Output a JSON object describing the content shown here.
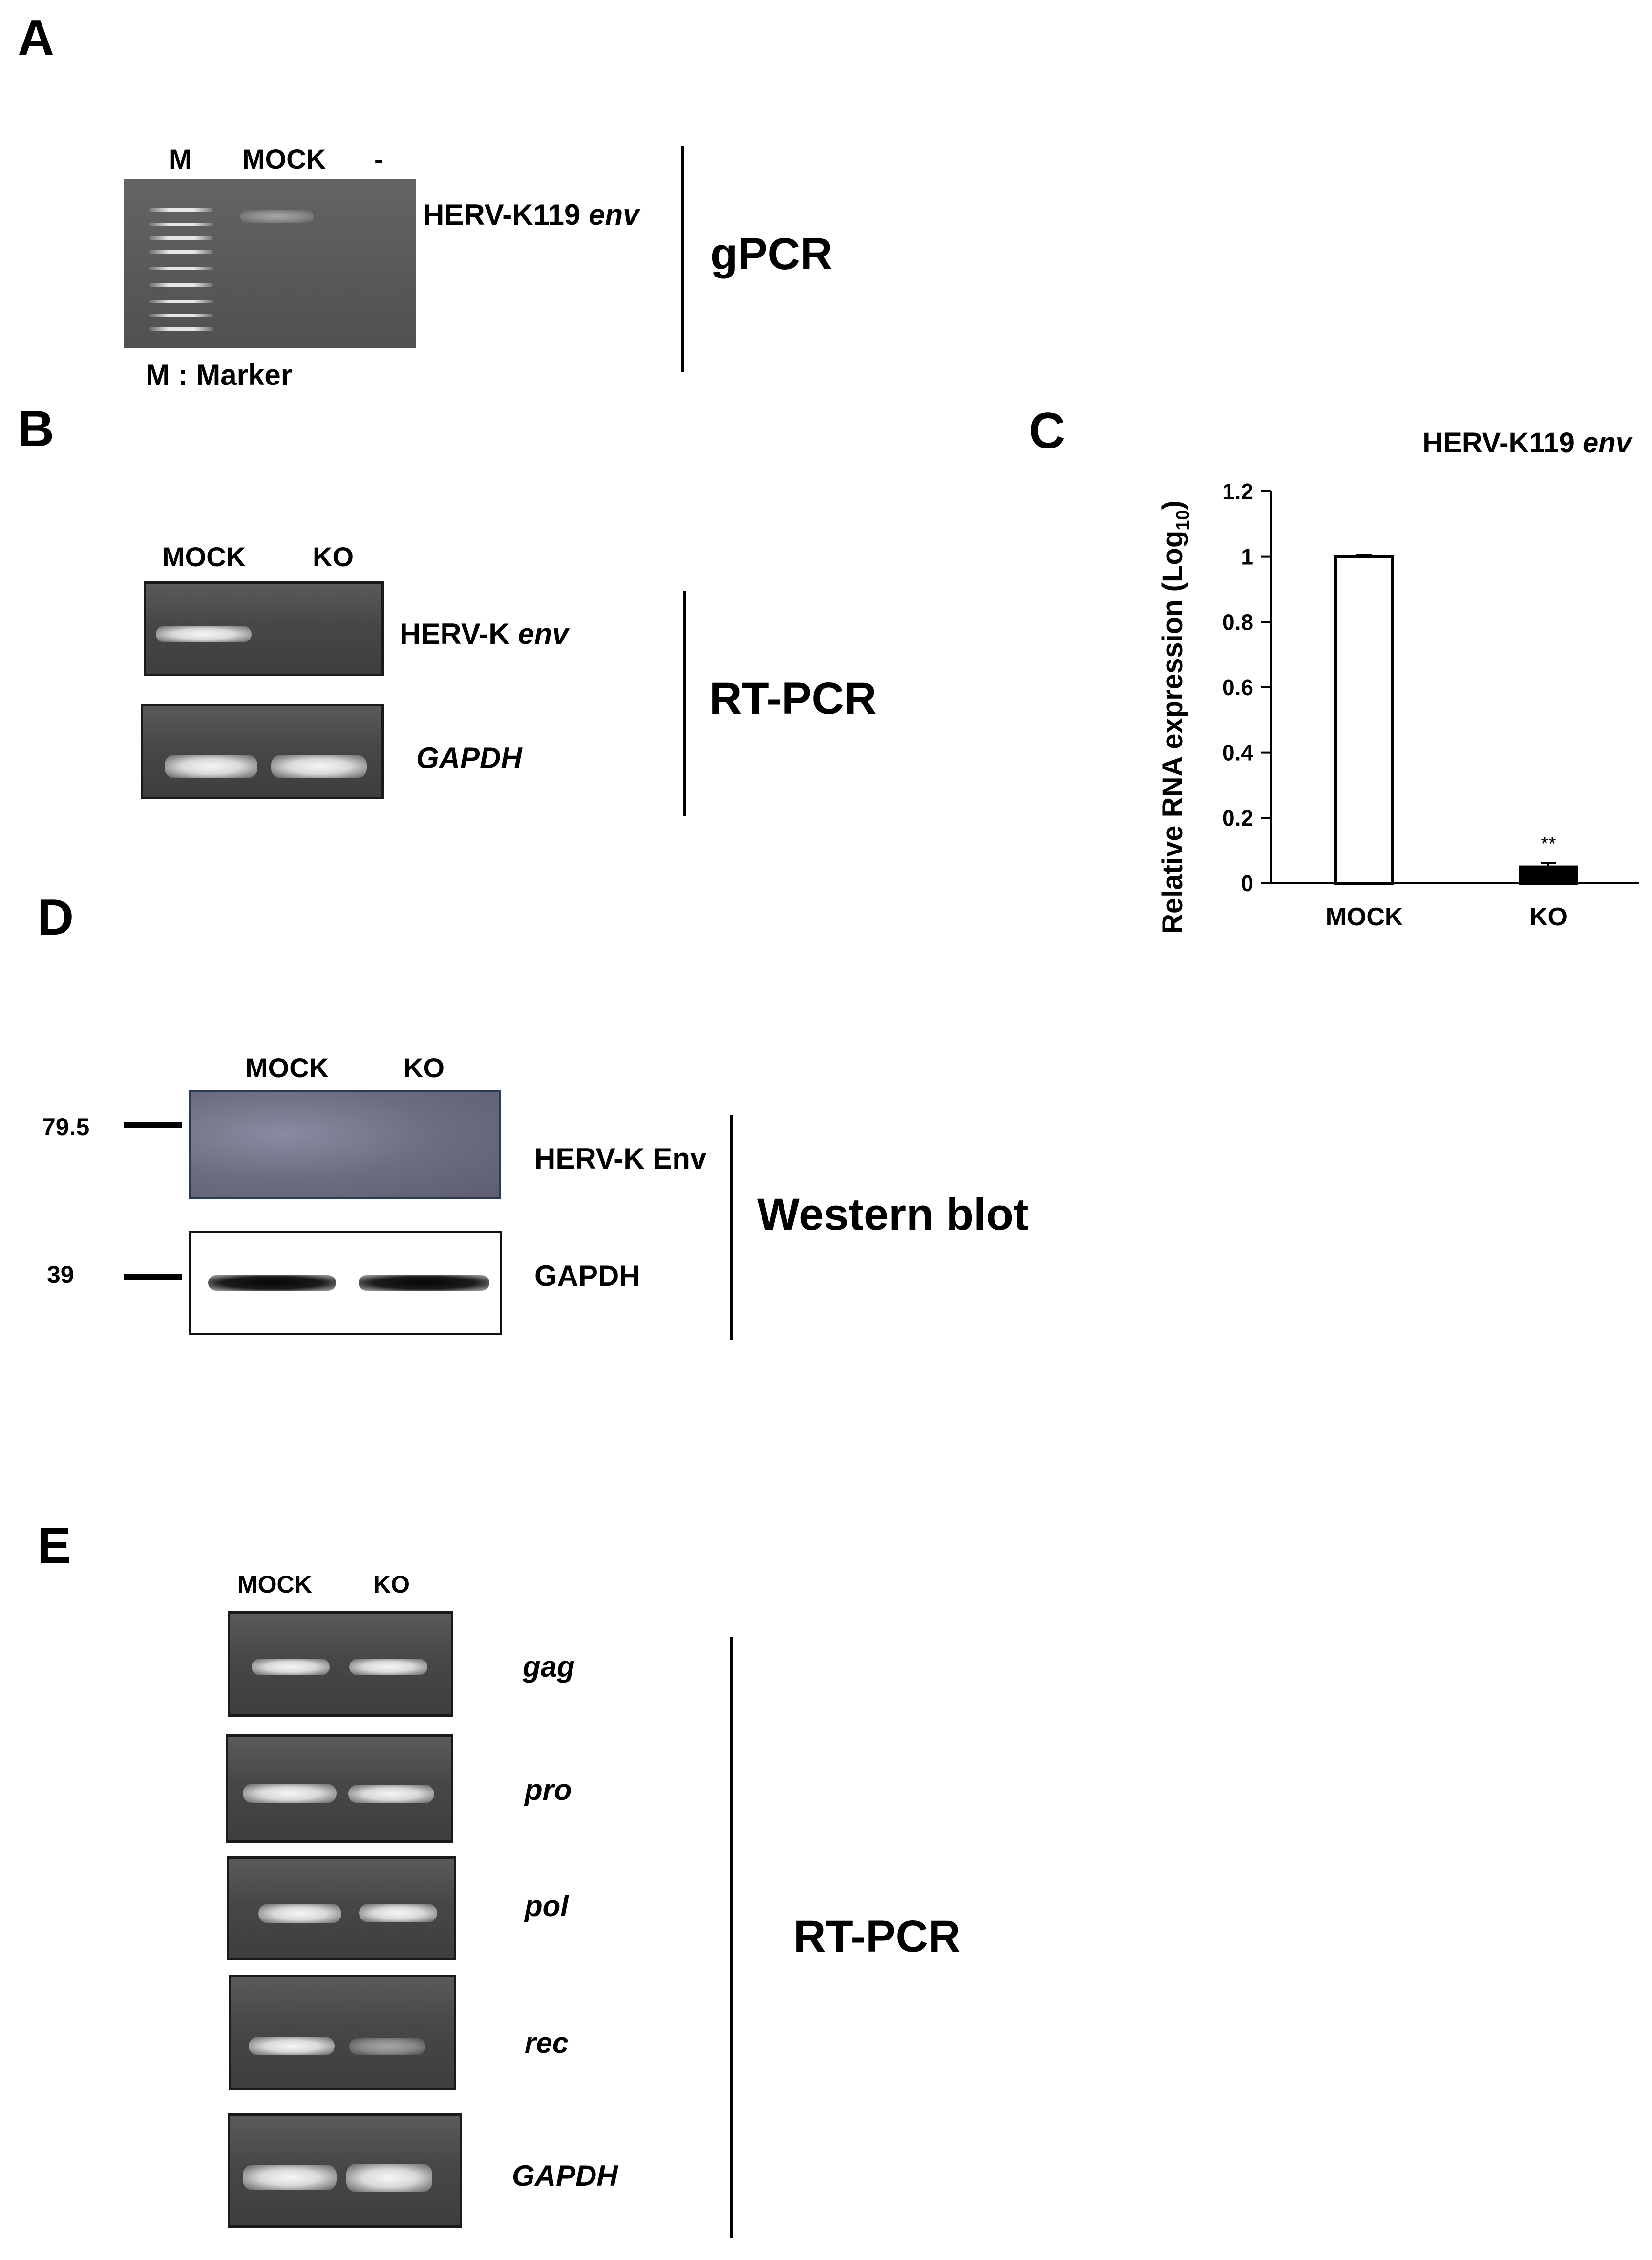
{
  "panel_a": {
    "letter": "A",
    "lanes": [
      "M",
      "MOCK",
      "-"
    ],
    "band_label_prefix": "HERV-K119",
    "band_label_italic": "env",
    "method": "gPCR",
    "marker_note": "M : Marker"
  },
  "panel_b": {
    "letter": "B",
    "lanes": [
      "MOCK",
      "KO"
    ],
    "band1_prefix": "HERV-K",
    "band1_italic": "env",
    "band2_italic": "GAPDH",
    "method": "RT-PCR"
  },
  "panel_c": {
    "letter": "C"
  },
  "panel_d": {
    "letter": "D",
    "lanes": [
      "MOCK",
      "KO"
    ],
    "mw_markers": [
      "79.5",
      "39"
    ],
    "band1": "HERV-K Env",
    "band2": "GAPDH",
    "method": "Western blot"
  },
  "panel_e": {
    "letter": "E",
    "lanes": [
      "MOCK",
      "KO"
    ],
    "genes": [
      "gag",
      "pro",
      "pol",
      "rec",
      "GAPDH"
    ],
    "method": "RT-PCR"
  },
  "chart_data": {
    "type": "bar",
    "title_prefix": "HERV-K119",
    "title_italic": "env",
    "ylabel_main": "Relative RNA expression",
    "ylabel_unit_prefix": "(Log",
    "ylabel_unit_sub": "10",
    "ylabel_unit_suffix": ")",
    "categories": [
      "MOCK",
      "KO"
    ],
    "values": [
      1.0,
      0.05
    ],
    "errors": [
      0.005,
      0.012
    ],
    "fills": [
      "#ffffff",
      "#000000"
    ],
    "significance": [
      "",
      "**"
    ],
    "ylim": [
      0,
      1.2
    ],
    "yticks": [
      "0",
      "0.2",
      "0.4",
      "0.6",
      "0.8",
      "1",
      "1.2"
    ],
    "ytick_values": [
      0,
      0.2,
      0.4,
      0.6,
      0.8,
      1.0,
      1.2
    ],
    "grid": false
  }
}
